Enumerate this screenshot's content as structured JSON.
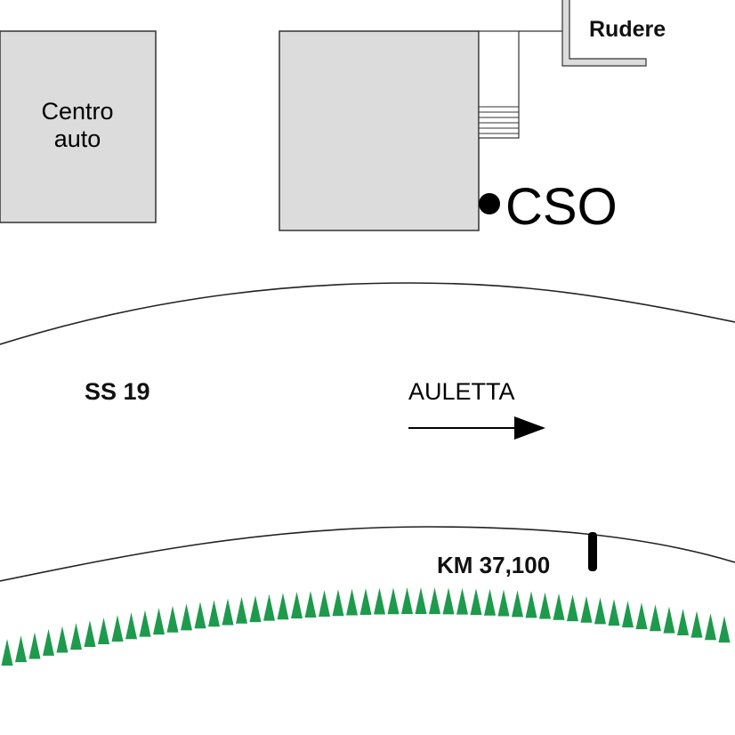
{
  "buildings": {
    "centro_auto_line1": "Centro",
    "centro_auto_line2": "auto",
    "rudere": "Rudere"
  },
  "marker": {
    "cso": "CSO"
  },
  "road": {
    "name": "SS 19",
    "direction": "AULETTA",
    "km": "KM 37,100"
  },
  "colors": {
    "building_fill": "#dcdcdc",
    "outline": "#333333",
    "vegetation": "#1e9a4c",
    "ink": "#000000"
  },
  "icons": {
    "direction": "right-arrow-icon",
    "km_post": "milestone-icon",
    "vegetation": "hedge-triangles"
  }
}
